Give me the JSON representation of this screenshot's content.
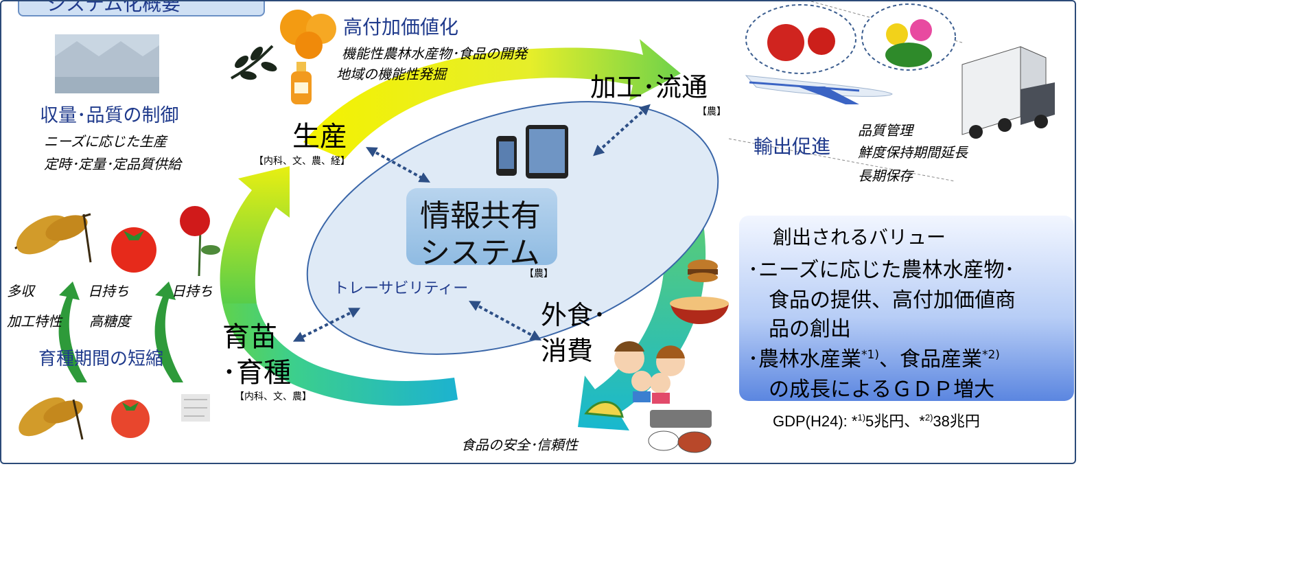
{
  "header_tab": "システム化概要",
  "center": {
    "title_line1": "情報共有",
    "title_line2": "システム",
    "tag": "【農】",
    "trace": "トレーサビリティー"
  },
  "production": {
    "label": "生産",
    "tag": "【内科、文、農、経】"
  },
  "distribution": {
    "label": "加工･流通",
    "tag": "【農】"
  },
  "consumption": {
    "label_line1": "外食･",
    "label_line2": "消費"
  },
  "breeding": {
    "label_line1": "育苗",
    "label_line2": "･育種",
    "tag": "【内科、文、農】"
  },
  "value_added": {
    "title": "高付加価値化",
    "line1": "機能性農林水産物･食品の開発",
    "line2": "地域の機能性発掘"
  },
  "control": {
    "title": "収量･品質の制御",
    "line1": "ニーズに応じた生産",
    "line2": "定時･定量･定品質供給"
  },
  "breeding_notes": {
    "rice_traits1": "多収",
    "rice_traits2": "加工特性",
    "tomato_traits1": "日持ち",
    "tomato_traits2": "高糖度",
    "rose_traits": "日持ち",
    "title": "育種期間の短縮"
  },
  "export": {
    "title": "輸出促進",
    "line1": "品質管理",
    "line2": "鮮度保持期間延長",
    "line3": "長期保存"
  },
  "food_safety": "食品の安全･信頼性",
  "value_box": {
    "title": "創出されるバリュー",
    "line1": "･ニーズに応じた農林水産物･",
    "line2": "食品の提供、高付加価値商",
    "line3": "品の創出",
    "line4_a": "･農林水産業",
    "line4_sup1": "*1)",
    "line4_b": "、食品産業",
    "line4_sup2": "*2)",
    "line5": "の成長によるＧＤＰ増大"
  },
  "gdp": {
    "prefix": "GDP(H24): *",
    "s1": "1)",
    "v1": "5兆円、*",
    "s2": "2)",
    "v2": "38兆円"
  },
  "colors": {
    "accent_blue": "#1f3a8c",
    "ring_yellow": "#e8ef12",
    "ring_green": "#5cc94a",
    "ring_teal": "#1fb6c8",
    "value_box": "#5b86e0"
  }
}
